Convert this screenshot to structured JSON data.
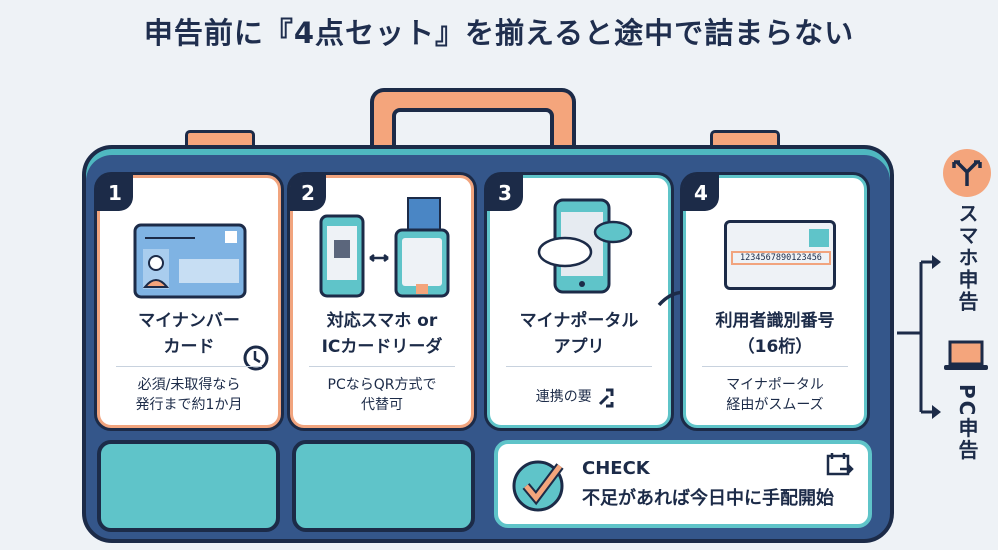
{
  "title": "申告前に『4点セット』を揃えると途中で詰まらない",
  "cards": [
    {
      "number": "1",
      "title1": "マイナンバー",
      "title2": "カード",
      "sub1": "必須/未取得なら",
      "sub2": "発行まで約1か月",
      "icon": "my-number-card-icon"
    },
    {
      "number": "2",
      "title1": "対応スマホ or",
      "title2": "ICカードリーダ",
      "sub1": "PCならQR方式で",
      "sub2": "代替可",
      "icon": "smartphone-card-reader-icon"
    },
    {
      "number": "3",
      "title1": "マイナポータル",
      "title2": "アプリ",
      "sub1": "連携の要",
      "icon": "app-cloud-icon"
    },
    {
      "number": "4",
      "title1": "利用者識別番号",
      "title2": "（16桁）",
      "sub1": "マイナポータル",
      "sub2": "経由がスムーズ",
      "id_number": "1234567890123456",
      "icon": "id-card-icon"
    }
  ],
  "check": {
    "label": "CHECK",
    "text": "不足があれば今日中に手配開始"
  },
  "branch": {
    "option1": "スマホ申告",
    "option2": "PC申告"
  },
  "colors": {
    "navy": "#1c2b48",
    "case": "#34568a",
    "teal": "#5fc4c9",
    "orange": "#f4a57c"
  }
}
